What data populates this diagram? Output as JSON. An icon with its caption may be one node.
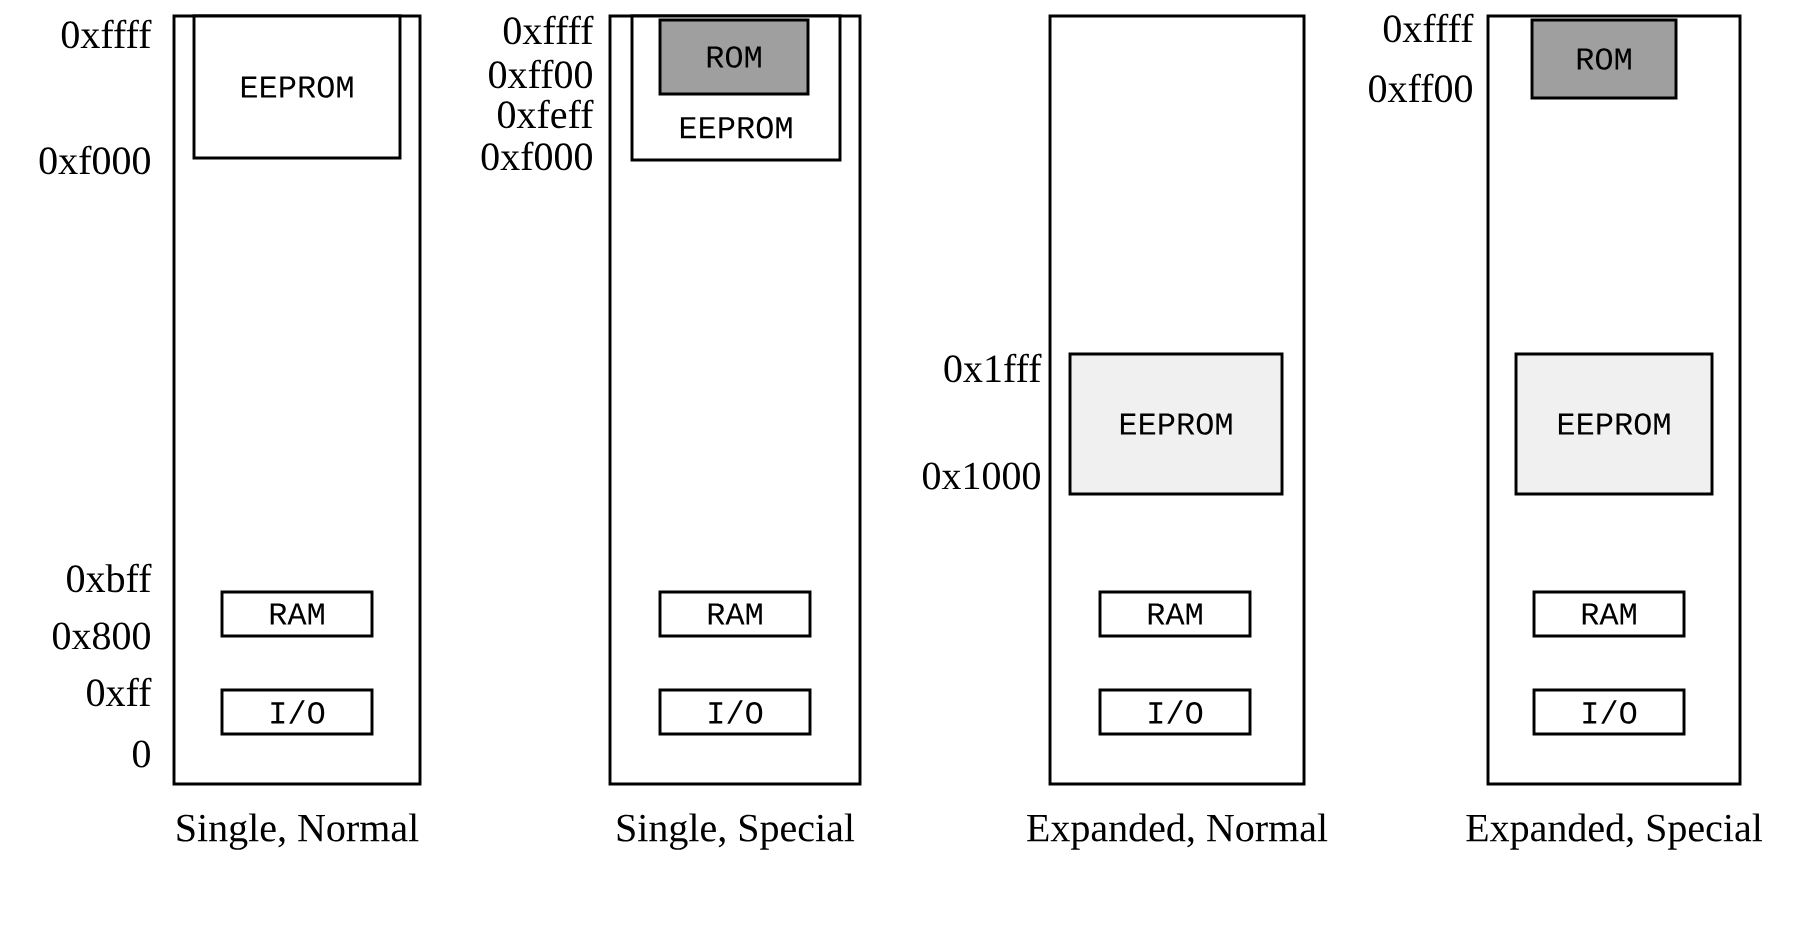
{
  "diagram": {
    "nodes": [
      {
        "text": [],
        "shape": "box",
        "beside": [
          "Single, Normal"
        ]
      },
      {
        "text": [
          "EEPROM"
        ],
        "in": 0
      },
      {
        "text": [
          "RAM"
        ],
        "in": 0
      },
      {
        "text": [
          "I/O"
        ],
        "in": 0
      },
      {
        "text": [],
        "shape": "box",
        "beside": [
          "Single, Special"
        ]
      },
      {
        "text": [
          "EEPROM"
        ],
        "in": 4
      },
      {
        "text": [
          "ROM"
        ],
        "in": 5
      },
      {
        "text": [
          "RAM"
        ],
        "in": 4
      },
      {
        "text": [
          "I/O"
        ],
        "in": 4
      },
      {
        "text": [],
        "shape": "box",
        "beside": [
          "Expanded, Normal"
        ]
      },
      {
        "text": [
          "EEPROM"
        ],
        "in": 9
      },
      {
        "text": [
          "RAM"
        ],
        "in": 9
      },
      {
        "text": [
          "I/O"
        ],
        "in": 9
      },
      {
        "text": [],
        "shape": "box",
        "beside": [
          "Expanded, Special"
        ]
      },
      {
        "text": [
          "ROM"
        ],
        "in": 13
      },
      {
        "text": [
          "EEPROM"
        ],
        "in": 13
      },
      {
        "text": [
          "RAM"
        ],
        "in": 13
      },
      {
        "text": [
          "I/O"
        ],
        "in": 13
      }
    ],
    "labels": [
      "0xffff",
      "0xf000",
      "0xbff",
      "0x800",
      "0xff",
      "0",
      "0xffff",
      "0xff00",
      "0xfeff",
      "0xf000",
      "0x1fff",
      "0x1000",
      "0xffff",
      "0xff00"
    ]
  }
}
